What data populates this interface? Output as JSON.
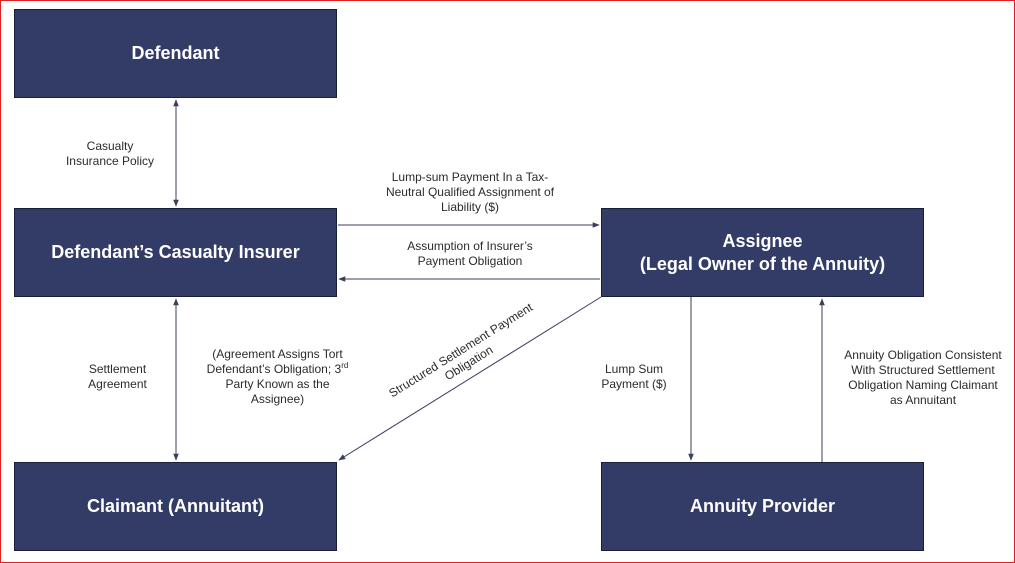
{
  "boxes": {
    "defendant": "Defendant",
    "insurer": "Defendant’s Casualty Insurer",
    "assignee": [
      "Assignee",
      "(Legal Owner of the Annuity)"
    ],
    "claimant": "Claimant (Annuitant)",
    "provider": "Annuity Provider"
  },
  "labels": {
    "casualty_policy": [
      "Casualty",
      "Insurance Policy"
    ],
    "lump_sum_qualified": [
      "Lump-sum Payment In a Tax-",
      "Neutral Qualified Assignment of",
      "Liability ($)"
    ],
    "assumption": [
      "Assumption of Insurer’s",
      "Payment Obligation"
    ],
    "settlement_agreement": [
      "Settlement",
      "Agreement"
    ],
    "agreement_assigns": {
      "line1": "(Agreement Assigns Tort",
      "line2": "Defendant’s Obligation; 3",
      "line2_sup": "rd",
      "line3": "Party Known as the",
      "line4": "Assignee)"
    },
    "structured_obligation": [
      "Structured Settlement Payment",
      "Obligation"
    ],
    "lump_sum_payment": [
      "Lump Sum",
      "Payment ($)"
    ],
    "annuity_obligation": [
      "Annuity Obligation Consistent",
      "With Structured Settlement",
      "Obligation Naming Claimant",
      "as Annuitant"
    ]
  },
  "colors": {
    "box_fill": "#323c67",
    "box_text": "#ffffff",
    "arrow": "#3a3f5c",
    "frame": "#e02020"
  }
}
